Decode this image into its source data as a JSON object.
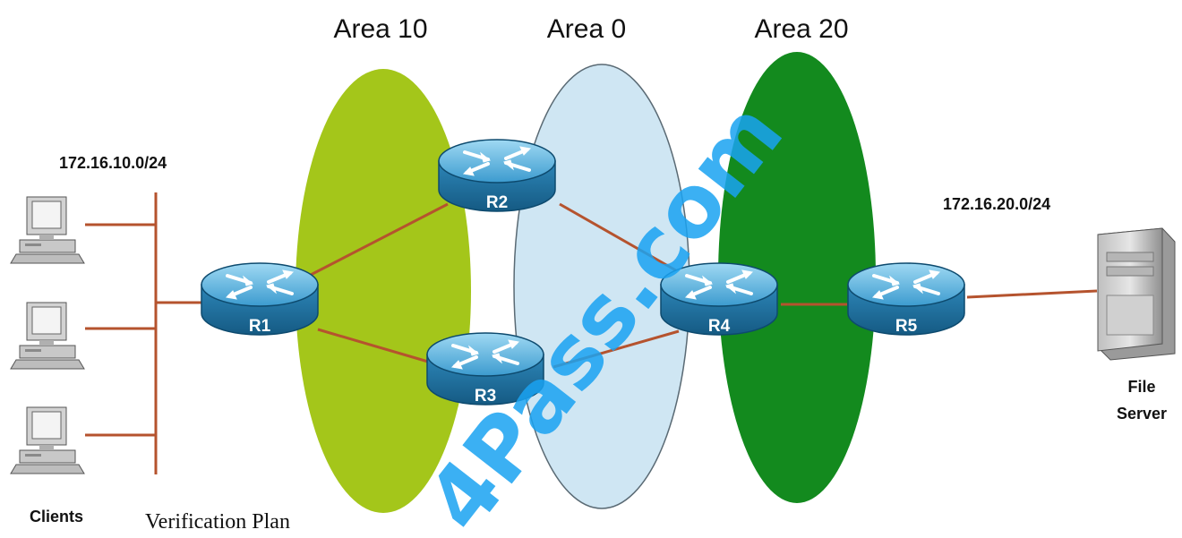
{
  "areas": [
    {
      "label": "Area 10",
      "color": "#a4c61a"
    },
    {
      "label": "Area 0",
      "color": "#cfe6f3"
    },
    {
      "label": "Area 20",
      "color": "#138a1e"
    }
  ],
  "subnets": {
    "left": "172.16.10.0/24",
    "right": "172.16.20.0/24"
  },
  "routers": [
    "R1",
    "R2",
    "R3",
    "R4",
    "R5"
  ],
  "labels": {
    "clients": "Clients",
    "file_server_line1": "File",
    "file_server_line2": "Server",
    "verification_plan": "Verification Plan"
  },
  "watermark": "4Pass.com",
  "colors": {
    "link": "#b5532e",
    "router_top": "#6fbfe4",
    "router_side": "#1c6f9e"
  }
}
